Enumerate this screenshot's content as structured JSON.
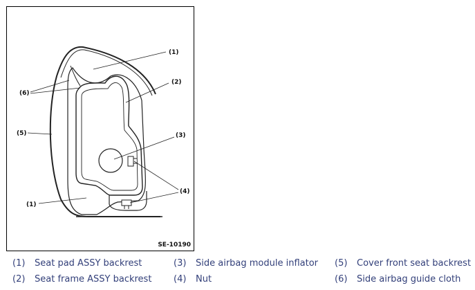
{
  "figure": {
    "id_label": "SE-10190",
    "callouts": {
      "c1_top": "(1)",
      "c2": "(2)",
      "c3": "(3)",
      "c4": "(4)",
      "c5": "(5)",
      "c6": "(6)",
      "c1_bottom": "(1)"
    }
  },
  "legend": [
    {
      "num": "(1)",
      "label": "Seat pad ASSY backrest"
    },
    {
      "num": "(2)",
      "label": "Seat frame ASSY backrest"
    },
    {
      "num": "(3)",
      "label": "Side airbag module inflator"
    },
    {
      "num": "(4)",
      "label": "Nut"
    },
    {
      "num": "(5)",
      "label": "Cover front seat backrest"
    },
    {
      "num": "(6)",
      "label": "Side airbag guide cloth"
    }
  ]
}
